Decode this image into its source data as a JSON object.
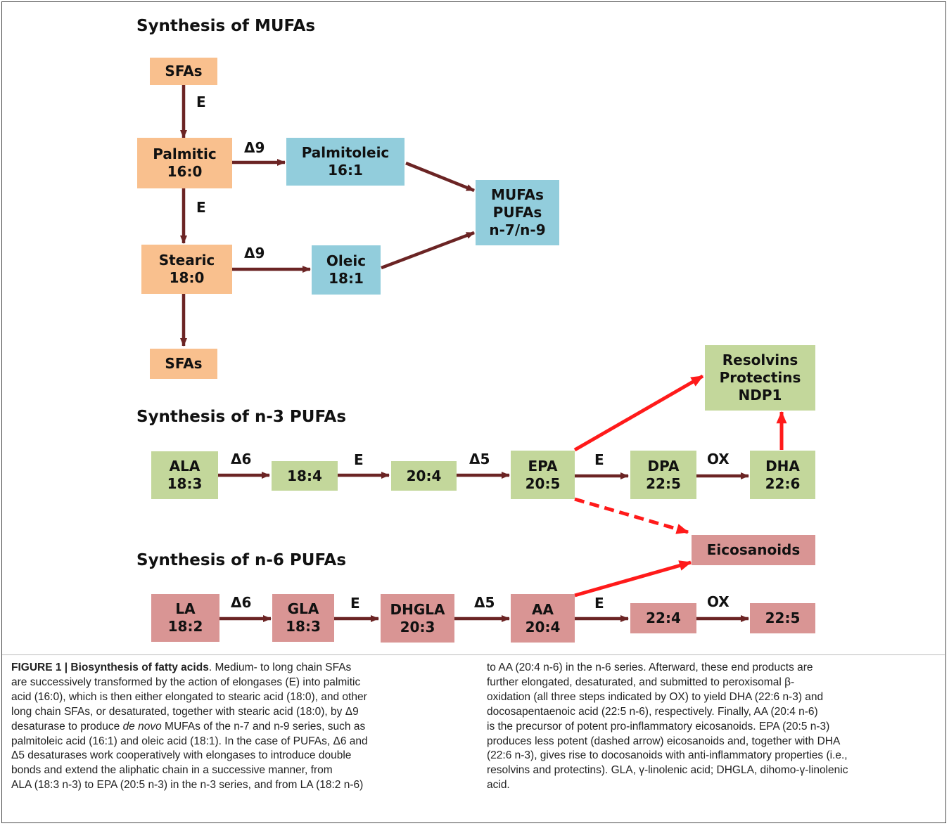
{
  "titles": {
    "mufa": "Synthesis of MUFAs",
    "n3": "Synthesis of n-3 PUFAs",
    "n6": "Synthesis of n-6 PUFAs"
  },
  "nodes": {
    "sfas_top": [
      "SFAs"
    ],
    "palmitic": [
      "Palmitic",
      "16:0"
    ],
    "palmitoleic": [
      "Palmitoleic",
      "16:1"
    ],
    "mufas_pufas": [
      "MUFAs",
      "PUFAs",
      "n-7/n-9"
    ],
    "stearic": [
      "Stearic",
      "18:0"
    ],
    "oleic": [
      "Oleic",
      "18:1"
    ],
    "sfas_bottom": [
      "SFAs"
    ],
    "resolvins": [
      "Resolvins",
      "Protectins",
      "NDP1"
    ],
    "ala": [
      "ALA",
      "18:3"
    ],
    "n3_184": [
      "18:4"
    ],
    "n3_204": [
      "20:4"
    ],
    "epa": [
      "EPA",
      "20:5"
    ],
    "dpa": [
      "DPA",
      "22:5"
    ],
    "dha": [
      "DHA",
      "22:6"
    ],
    "eicosanoids": [
      "Eicosanoids"
    ],
    "la": [
      "LA",
      "18:2"
    ],
    "gla": [
      "GLA",
      "18:3"
    ],
    "dhgla": [
      "DHGLA",
      "20:3"
    ],
    "aa": [
      "AA",
      "20:4"
    ],
    "n6_224": [
      "22:4"
    ],
    "n6_225": [
      "22:5"
    ]
  },
  "edge_labels": {
    "e1": "E",
    "d9_palmitic": "Δ9",
    "e2": "E",
    "d9_stearic": "Δ9",
    "n3_d6": "Δ6",
    "n3_e1": "E",
    "n3_d5": "Δ5",
    "n3_e2": "E",
    "n3_ox": "OX",
    "n6_d6": "Δ6",
    "n6_e1": "E",
    "n6_d5": "Δ5",
    "n6_e2": "E",
    "n6_ox": "OX"
  },
  "colors": {
    "saturated": "#f9c08e",
    "monounsaturated": "#92cddc",
    "n3": "#c3d79b",
    "n6": "#d99594",
    "arrow": "#6b2424",
    "mediator_arrow": "#ff1a1a"
  },
  "caption": {
    "left": [
      [
        {
          "t": "FIGURE 1 | Biosynthesis of fatty acids",
          "s": "b"
        },
        {
          "t": ". Medium- to long chain SFAs"
        }
      ],
      [
        {
          "t": "are successively transformed by the action of elongases (E) into palmitic"
        }
      ],
      [
        {
          "t": "acid (16:0), which is then either elongated to stearic acid (18:0), and other"
        }
      ],
      [
        {
          "t": "long chain SFAs, or desaturated, together with stearic acid (18:0), by Δ9"
        }
      ],
      [
        {
          "t": "desaturase to produce "
        },
        {
          "t": "de novo",
          "s": "i"
        },
        {
          "t": " MUFAs of the n-7 and n-9 series, such as"
        }
      ],
      [
        {
          "t": "palmitoleic acid (16:1) and oleic acid (18:1). In the case of PUFAs, Δ6 and"
        }
      ],
      [
        {
          "t": "Δ5 desaturases work cooperatively with elongases to introduce double"
        }
      ],
      [
        {
          "t": "bonds and extend the aliphatic chain in a successive manner, from"
        }
      ],
      [
        {
          "t": "ALA (18:3 n-3) to EPA (20:5 n-3) in the n-3 series, and from LA (18:2 n-6)"
        }
      ]
    ],
    "right": [
      [
        {
          "t": "to AA (20:4 n-6) in the n-6 series. Afterward, these end products are"
        }
      ],
      [
        {
          "t": "further elongated, desaturated, and submitted to peroxisomal β-"
        }
      ],
      [
        {
          "t": "oxidation (all three steps indicated by OX) to yield DHA (22:6 n-3) and"
        }
      ],
      [
        {
          "t": "docosapentaenoic acid (22:5 n-6), respectively. Finally, AA (20:4 n-6)"
        }
      ],
      [
        {
          "t": "is the precursor of potent pro-inflammatory eicosanoids. EPA (20:5 n-3)"
        }
      ],
      [
        {
          "t": "produces less potent (dashed arrow) eicosanoids and, together with DHA"
        }
      ],
      [
        {
          "t": "(22:6 n-3), gives rise to docosanoids with anti-inflammatory properties (i.e.,"
        }
      ],
      [
        {
          "t": "resolvins and protectins). GLA, γ-linolenic acid; DHGLA, dihomo-γ-linolenic"
        }
      ],
      [
        {
          "t": "acid."
        }
      ]
    ]
  }
}
